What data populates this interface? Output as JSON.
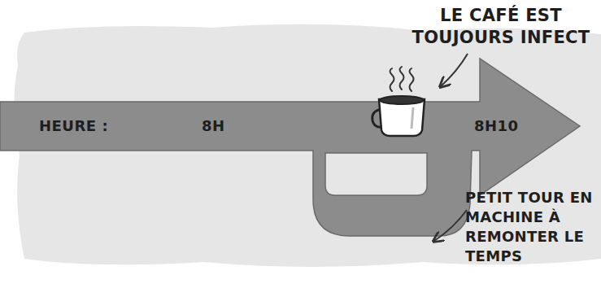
{
  "diagram": {
    "nodes": [
      {
        "text": [
          "HEURE :",
          "8H",
          "8H10"
        ]
      }
    ],
    "labels": [
      "LE CAFÉ EST TOUJOURS INFECT",
      "PETIT TOUR EN MACHINE À REMONTER LE TEMPS"
    ]
  }
}
